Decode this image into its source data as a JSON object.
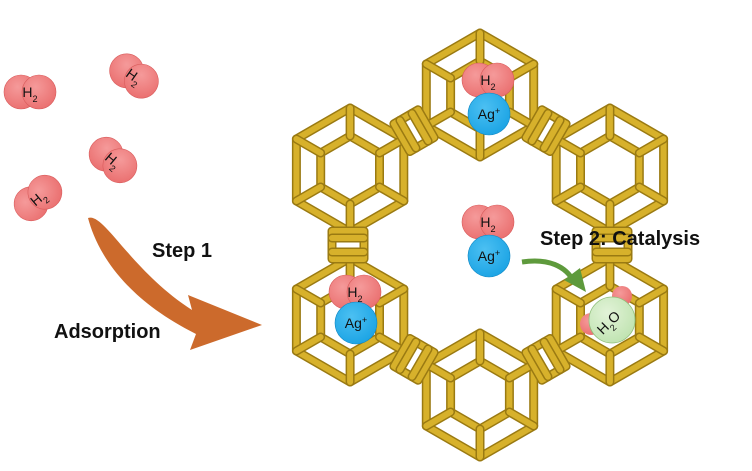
{
  "labels": {
    "step1": "Step 1",
    "adsorption": "Adsorption",
    "step2": "Step 2: Catalysis"
  },
  "molecule_labels": {
    "h2_main": "H",
    "h2_sub": "2",
    "ag_main": "Ag",
    "ag_sup": "+",
    "h2o_h": "H",
    "h2o_sub": "2",
    "h2o_o": "O"
  },
  "colors": {
    "h2": "#ea6f6f",
    "ag": "#1aa3e4",
    "h2o": "#bfe3b0",
    "framework": "#d7b12b",
    "adsorption_arrow": "#cc6a2c",
    "catalysis_arrow": "#5e9a3c"
  }
}
